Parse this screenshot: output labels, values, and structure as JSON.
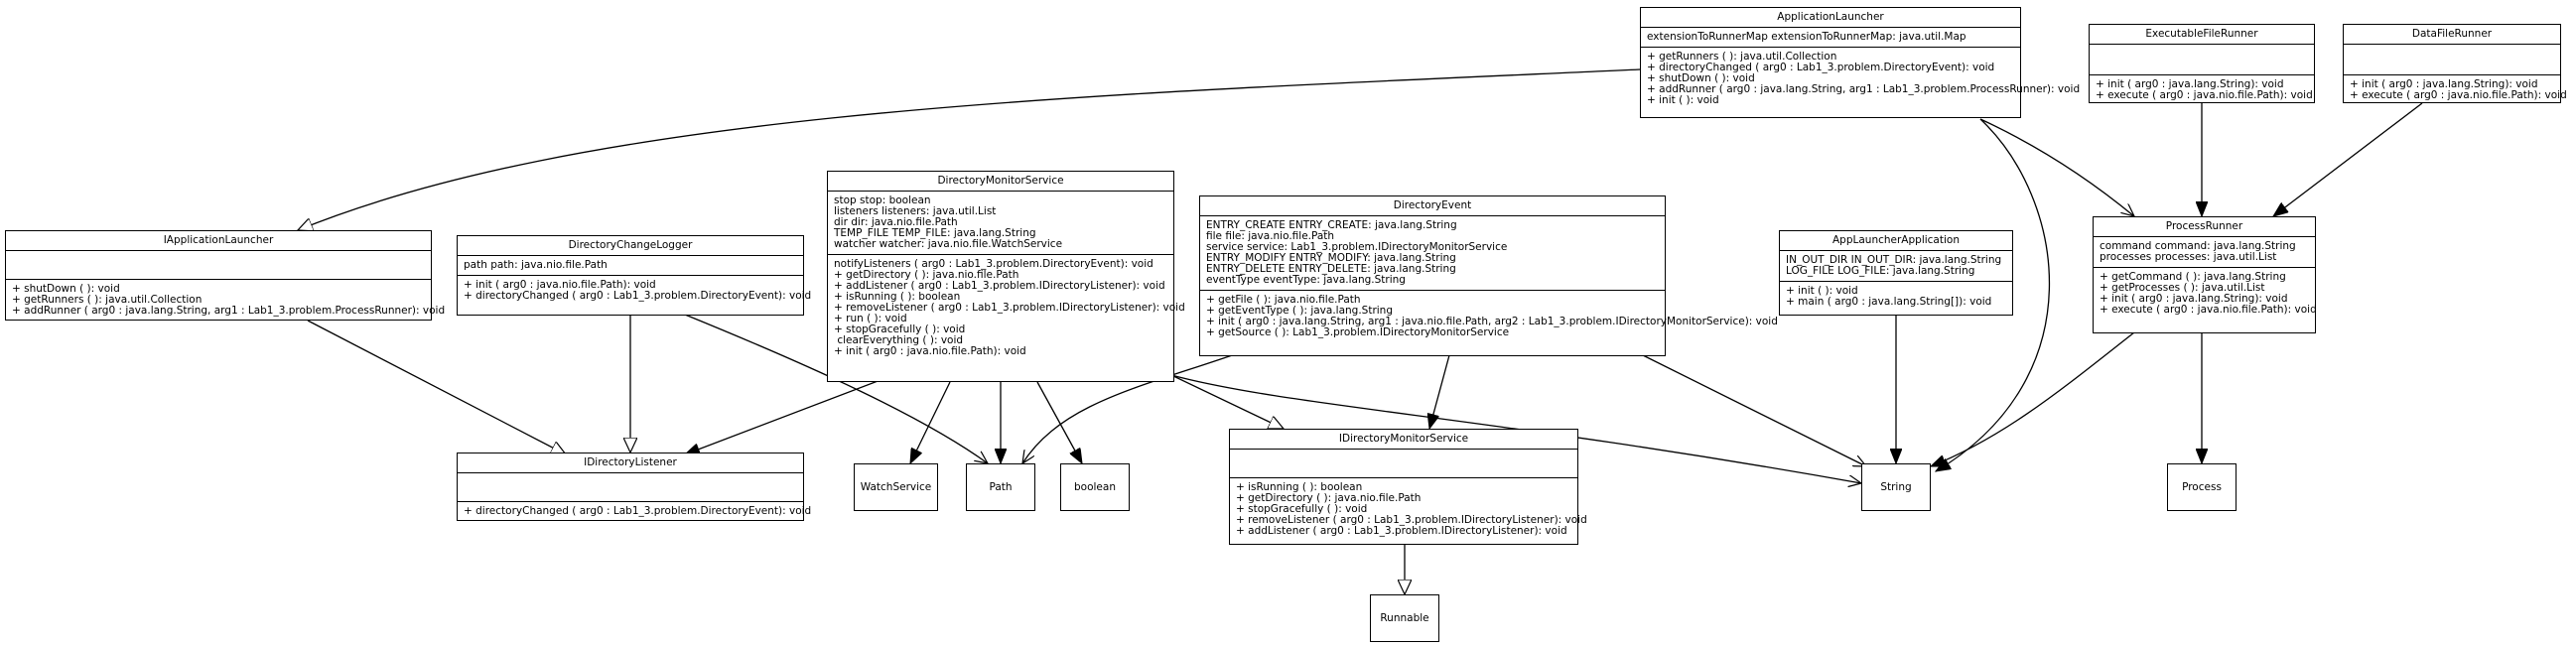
{
  "classes": {
    "application_launcher": {
      "name": "ApplicationLauncher",
      "attributes": [
        "extensionToRunnerMap extensionToRunnerMap: java.util.Map"
      ],
      "methods": [
        "+ getRunners ( ): java.util.Collection",
        "+ directoryChanged ( arg0 : Lab1_3.problem.DirectoryEvent): void",
        "+ shutDown ( ): void",
        "+ addRunner ( arg0 : java.lang.String, arg1 : Lab1_3.problem.ProcessRunner): void",
        "+ init ( ): void"
      ]
    },
    "executable_file_runner": {
      "name": "ExecutableFileRunner",
      "attributes": [],
      "methods": [
        "+ init ( arg0 : java.lang.String): void",
        "+ execute ( arg0 : java.nio.file.Path): void"
      ]
    },
    "data_file_runner": {
      "name": "DataFileRunner",
      "attributes": [],
      "methods": [
        "+ init ( arg0 : java.lang.String): void",
        "+ execute ( arg0 : java.nio.file.Path): void"
      ]
    },
    "directory_monitor_service": {
      "name": "DirectoryMonitorService",
      "attributes": [
        "stop stop: boolean",
        "listeners listeners: java.util.List",
        "dir dir: java.nio.file.Path",
        "TEMP_FILE TEMP_FILE: java.lang.String",
        "watcher watcher: java.nio.file.WatchService"
      ],
      "methods": [
        "notifyListeners ( arg0 : Lab1_3.problem.DirectoryEvent): void",
        "+ getDirectory ( ): java.nio.file.Path",
        "+ addListener ( arg0 : Lab1_3.problem.IDirectoryListener): void",
        "+ isRunning ( ): boolean",
        "+ removeListener ( arg0 : Lab1_3.problem.IDirectoryListener): void",
        "+ run ( ): void",
        "+ stopGracefully ( ): void",
        " clearEverything ( ): void",
        "+ init ( arg0 : java.nio.file.Path): void"
      ]
    },
    "directory_event": {
      "name": "DirectoryEvent",
      "attributes": [
        "ENTRY_CREATE ENTRY_CREATE: java.lang.String",
        "file file: java.nio.file.Path",
        "service service: Lab1_3.problem.IDirectoryMonitorService",
        "ENTRY_MODIFY ENTRY_MODIFY: java.lang.String",
        "ENTRY_DELETE ENTRY_DELETE: java.lang.String",
        "eventType eventType: java.lang.String"
      ],
      "methods": [
        "+ getFile ( ): java.nio.file.Path",
        "+ getEventType ( ): java.lang.String",
        "+ init ( arg0 : java.lang.String, arg1 : java.nio.file.Path, arg2 : Lab1_3.problem.IDirectoryMonitorService): void",
        "+ getSource ( ): Lab1_3.problem.IDirectoryMonitorService"
      ]
    },
    "i_application_launcher": {
      "name": "IApplicationLauncher",
      "attributes": [],
      "methods": [
        "+ shutDown ( ): void",
        "+ getRunners ( ): java.util.Collection",
        "+ addRunner ( arg0 : java.lang.String, arg1 : Lab1_3.problem.ProcessRunner): void"
      ]
    },
    "directory_change_logger": {
      "name": "DirectoryChangeLogger",
      "attributes": [
        "path path: java.nio.file.Path"
      ],
      "methods": [
        "+ init ( arg0 : java.nio.file.Path): void",
        "+ directoryChanged ( arg0 : Lab1_3.problem.DirectoryEvent): void"
      ]
    },
    "app_launcher_application": {
      "name": "AppLauncherApplication",
      "attributes": [
        "IN_OUT_DIR IN_OUT_DIR: java.lang.String",
        "LOG_FILE LOG_FILE: java.lang.String"
      ],
      "methods": [
        "+ init ( ): void",
        "+ main ( arg0 : java.lang.String[]): void"
      ]
    },
    "process_runner": {
      "name": "ProcessRunner",
      "attributes": [
        "command command: java.lang.String",
        "processes processes: java.util.List"
      ],
      "methods": [
        "+ getCommand ( ): java.lang.String",
        "+ getProcesses ( ): java.util.List",
        "+ init ( arg0 : java.lang.String): void",
        "+ execute ( arg0 : java.nio.file.Path): void"
      ]
    },
    "i_directory_listener": {
      "name": "IDirectoryListener",
      "attributes": [],
      "methods": [
        "+ directoryChanged ( arg0 : Lab1_3.problem.DirectoryEvent): void"
      ]
    },
    "i_directory_monitor_service": {
      "name": "IDirectoryMonitorService",
      "attributes": [],
      "methods": [
        "+ isRunning ( ): boolean",
        "+ getDirectory ( ): java.nio.file.Path",
        "+ stopGracefully ( ): void",
        "+ removeListener ( arg0 : Lab1_3.problem.IDirectoryListener): void",
        "+ addListener ( arg0 : Lab1_3.problem.IDirectoryListener): void"
      ]
    }
  },
  "types": {
    "watch_service": "WatchService",
    "path": "Path",
    "boolean": "boolean",
    "string": "String",
    "process": "Process",
    "runnable": "Runnable"
  }
}
